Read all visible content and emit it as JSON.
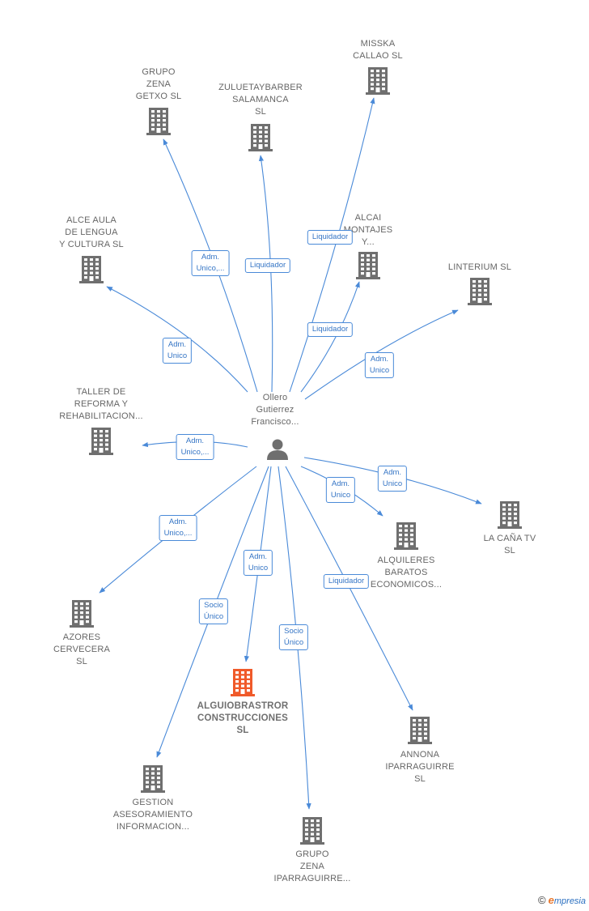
{
  "center_person": {
    "label": "Ollero\nGutierrez\nFrancisco...",
    "icon": "person-icon"
  },
  "companies": [
    {
      "id": "grupo-zena-getxo",
      "label": "GRUPO\nZENA\nGETXO  SL",
      "highlight": false
    },
    {
      "id": "zuluetaybarber",
      "label": "ZULUETAYBARBER\nSALAMANCA\nSL",
      "highlight": false
    },
    {
      "id": "misska-callao",
      "label": "MISSKA\nCALLAO  SL",
      "highlight": false
    },
    {
      "id": "alce-aula",
      "label": "ALCE AULA\nDE LENGUA\nY CULTURA SL",
      "highlight": false
    },
    {
      "id": "alcai-montajes",
      "label": "ALCAI\nMONTAJES\nY...",
      "highlight": false
    },
    {
      "id": "linterium",
      "label": "LINTERIUM  SL",
      "highlight": false
    },
    {
      "id": "taller-reforma",
      "label": "TALLER DE\nREFORMA Y\nREHABILITACION...",
      "highlight": false
    },
    {
      "id": "la-cana-tv",
      "label": "LA CAÑA TV\nSL",
      "highlight": false
    },
    {
      "id": "alquileres-baratos",
      "label": "ALQUILERES\nBARATOS\nECONOMICOS...",
      "highlight": false
    },
    {
      "id": "azores-cervecera",
      "label": "AZORES\nCERVECERA\nSL",
      "highlight": false
    },
    {
      "id": "alguiobrastror",
      "label": "ALGUIOBRASTROR\nCONSTRUCCIONES\nSL",
      "highlight": true
    },
    {
      "id": "annona",
      "label": "ANNONA\nIPARRAGUIRRE\nSL",
      "highlight": false
    },
    {
      "id": "gestion-asesoramiento",
      "label": "GESTION\nASESORAMIENTO\nINFORMACION...",
      "highlight": false
    },
    {
      "id": "grupo-zena-iparraguirre",
      "label": "GRUPO\nZENA\nIPARRAGUIRRE...",
      "highlight": false
    }
  ],
  "relations": [
    {
      "to": "grupo-zena-getxo",
      "label": "Adm.\nUnico,..."
    },
    {
      "to": "zuluetaybarber",
      "label": "Liquidador"
    },
    {
      "to": "misska-callao",
      "label": "Liquidador"
    },
    {
      "to": "alce-aula",
      "label": "Adm.\nUnico"
    },
    {
      "to": "alcai-montajes",
      "label": "Liquidador"
    },
    {
      "to": "linterium",
      "label": "Adm.\nUnico"
    },
    {
      "to": "taller-reforma",
      "label": "Adm.\nUnico,..."
    },
    {
      "to": "la-cana-tv",
      "label": "Adm.\nUnico"
    },
    {
      "to": "alquileres-baratos",
      "label": "Adm.\nUnico"
    },
    {
      "to": "azores-cervecera",
      "label": "Adm.\nUnico,..."
    },
    {
      "to": "alguiobrastror",
      "label": "Adm.\nUnico"
    },
    {
      "to": "annona",
      "label": "Liquidador"
    },
    {
      "to": "gestion-asesoramiento",
      "label": "Socio\nÚnico"
    },
    {
      "to": "grupo-zena-iparraguirre",
      "label": "Socio\nÚnico"
    }
  ],
  "colors": {
    "edge": "#4a8ad8",
    "building": "#6f6f6f",
    "building_highlight": "#f05a2a",
    "person": "#6f6f6f"
  },
  "footer": {
    "copyright": "©",
    "brand_initial": "e",
    "brand_rest": "mpresia"
  }
}
